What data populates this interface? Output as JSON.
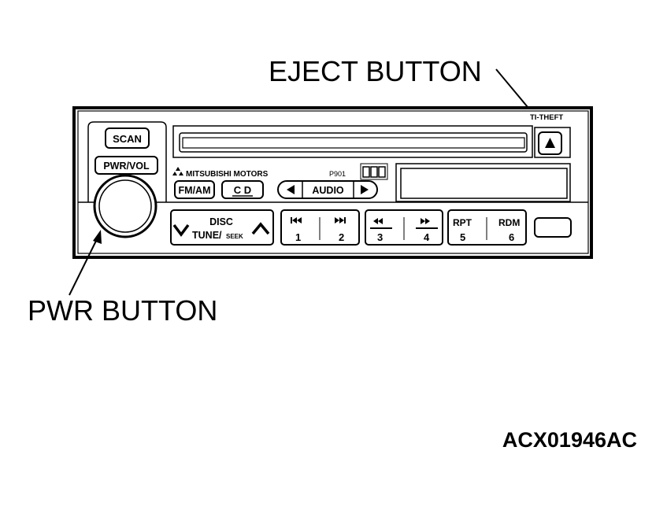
{
  "callouts": {
    "eject": "EJECT BUTTON",
    "power": "PWR BUTTON"
  },
  "figure_code": "ACX01946AC",
  "radio": {
    "scan_label": "SCAN",
    "pwr_vol_label": "PWR/VOL",
    "brand": "MITSUBISHI MOTORS",
    "model": "P901",
    "anti_theft": "TI-THEFT",
    "fm_am_label": "FM/AM",
    "cd_label": "C D",
    "audio_label": "AUDIO",
    "disc_label": "DISC",
    "tune_label": "TUNE/",
    "seek_label": "SEEK",
    "preset_1": "1",
    "preset_2": "2",
    "preset_3": "3",
    "preset_4": "4",
    "rpt_label": "RPT",
    "preset_5": "5",
    "rdm_label": "RDM",
    "preset_6": "6"
  }
}
